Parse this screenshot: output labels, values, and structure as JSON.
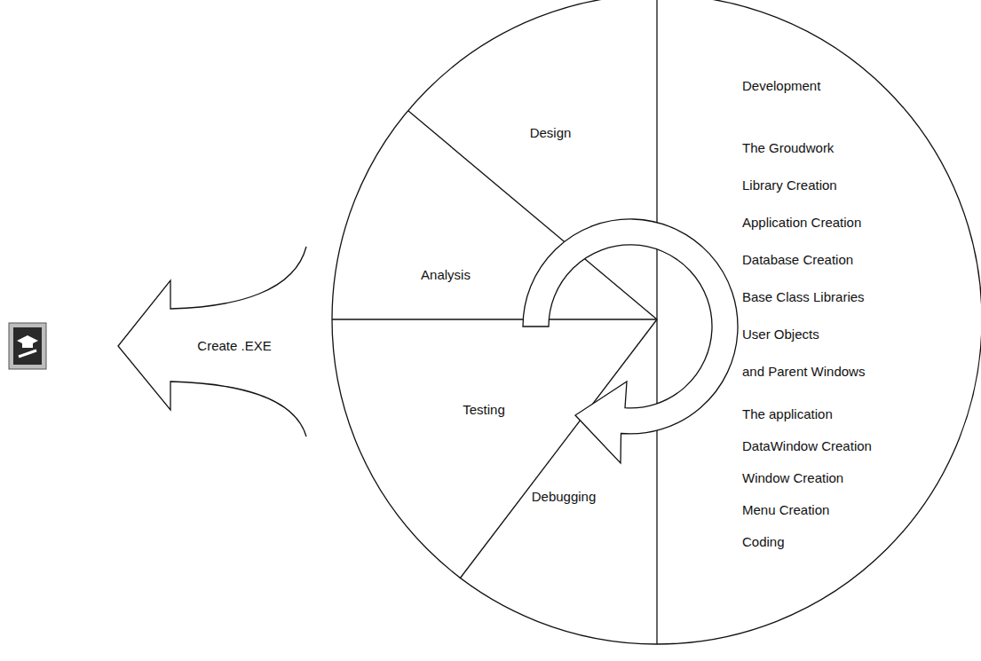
{
  "diagram": {
    "nodes": [
      {
        "text": [
          "Design"
        ]
      },
      {
        "text": [
          "Analysis"
        ]
      },
      {
        "text": [
          "Testing"
        ]
      },
      {
        "text": [
          "Debugging"
        ]
      },
      {
        "text": [
          "Development",
          "The Groudwork",
          "Library Creation",
          "Application Creation",
          "Database Creation",
          "Base Class Libraries",
          "User Objects",
          "and Parent Windows",
          "The application",
          "DataWindow Creation",
          "Window Creation",
          "Menu Creation",
          "Coding"
        ]
      }
    ],
    "labels": [
      "Create .EXE"
    ]
  }
}
